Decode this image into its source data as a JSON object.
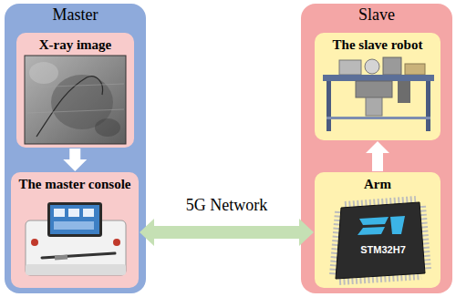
{
  "diagram": {
    "nodes": [
      {
        "text": [
          "Master"
        ]
      },
      {
        "text": [
          "X-ray image"
        ],
        "in": 0
      },
      {
        "text": [
          "The master console"
        ],
        "in": 0
      },
      {
        "text": [
          "Slave"
        ]
      },
      {
        "text": [
          "The slave robot"
        ],
        "in": 3
      },
      {
        "text": [
          "Arm"
        ],
        "in": 3
      }
    ],
    "edges": [
      {
        "from": 1,
        "to": 2,
        "arrow": "to"
      },
      {
        "from": 5,
        "to": 4,
        "arrow": "to"
      },
      {
        "from": 2,
        "to": 5,
        "arrow": "both",
        "label": "5G Network"
      }
    ],
    "labels": [
      "STM32H7"
    ]
  }
}
